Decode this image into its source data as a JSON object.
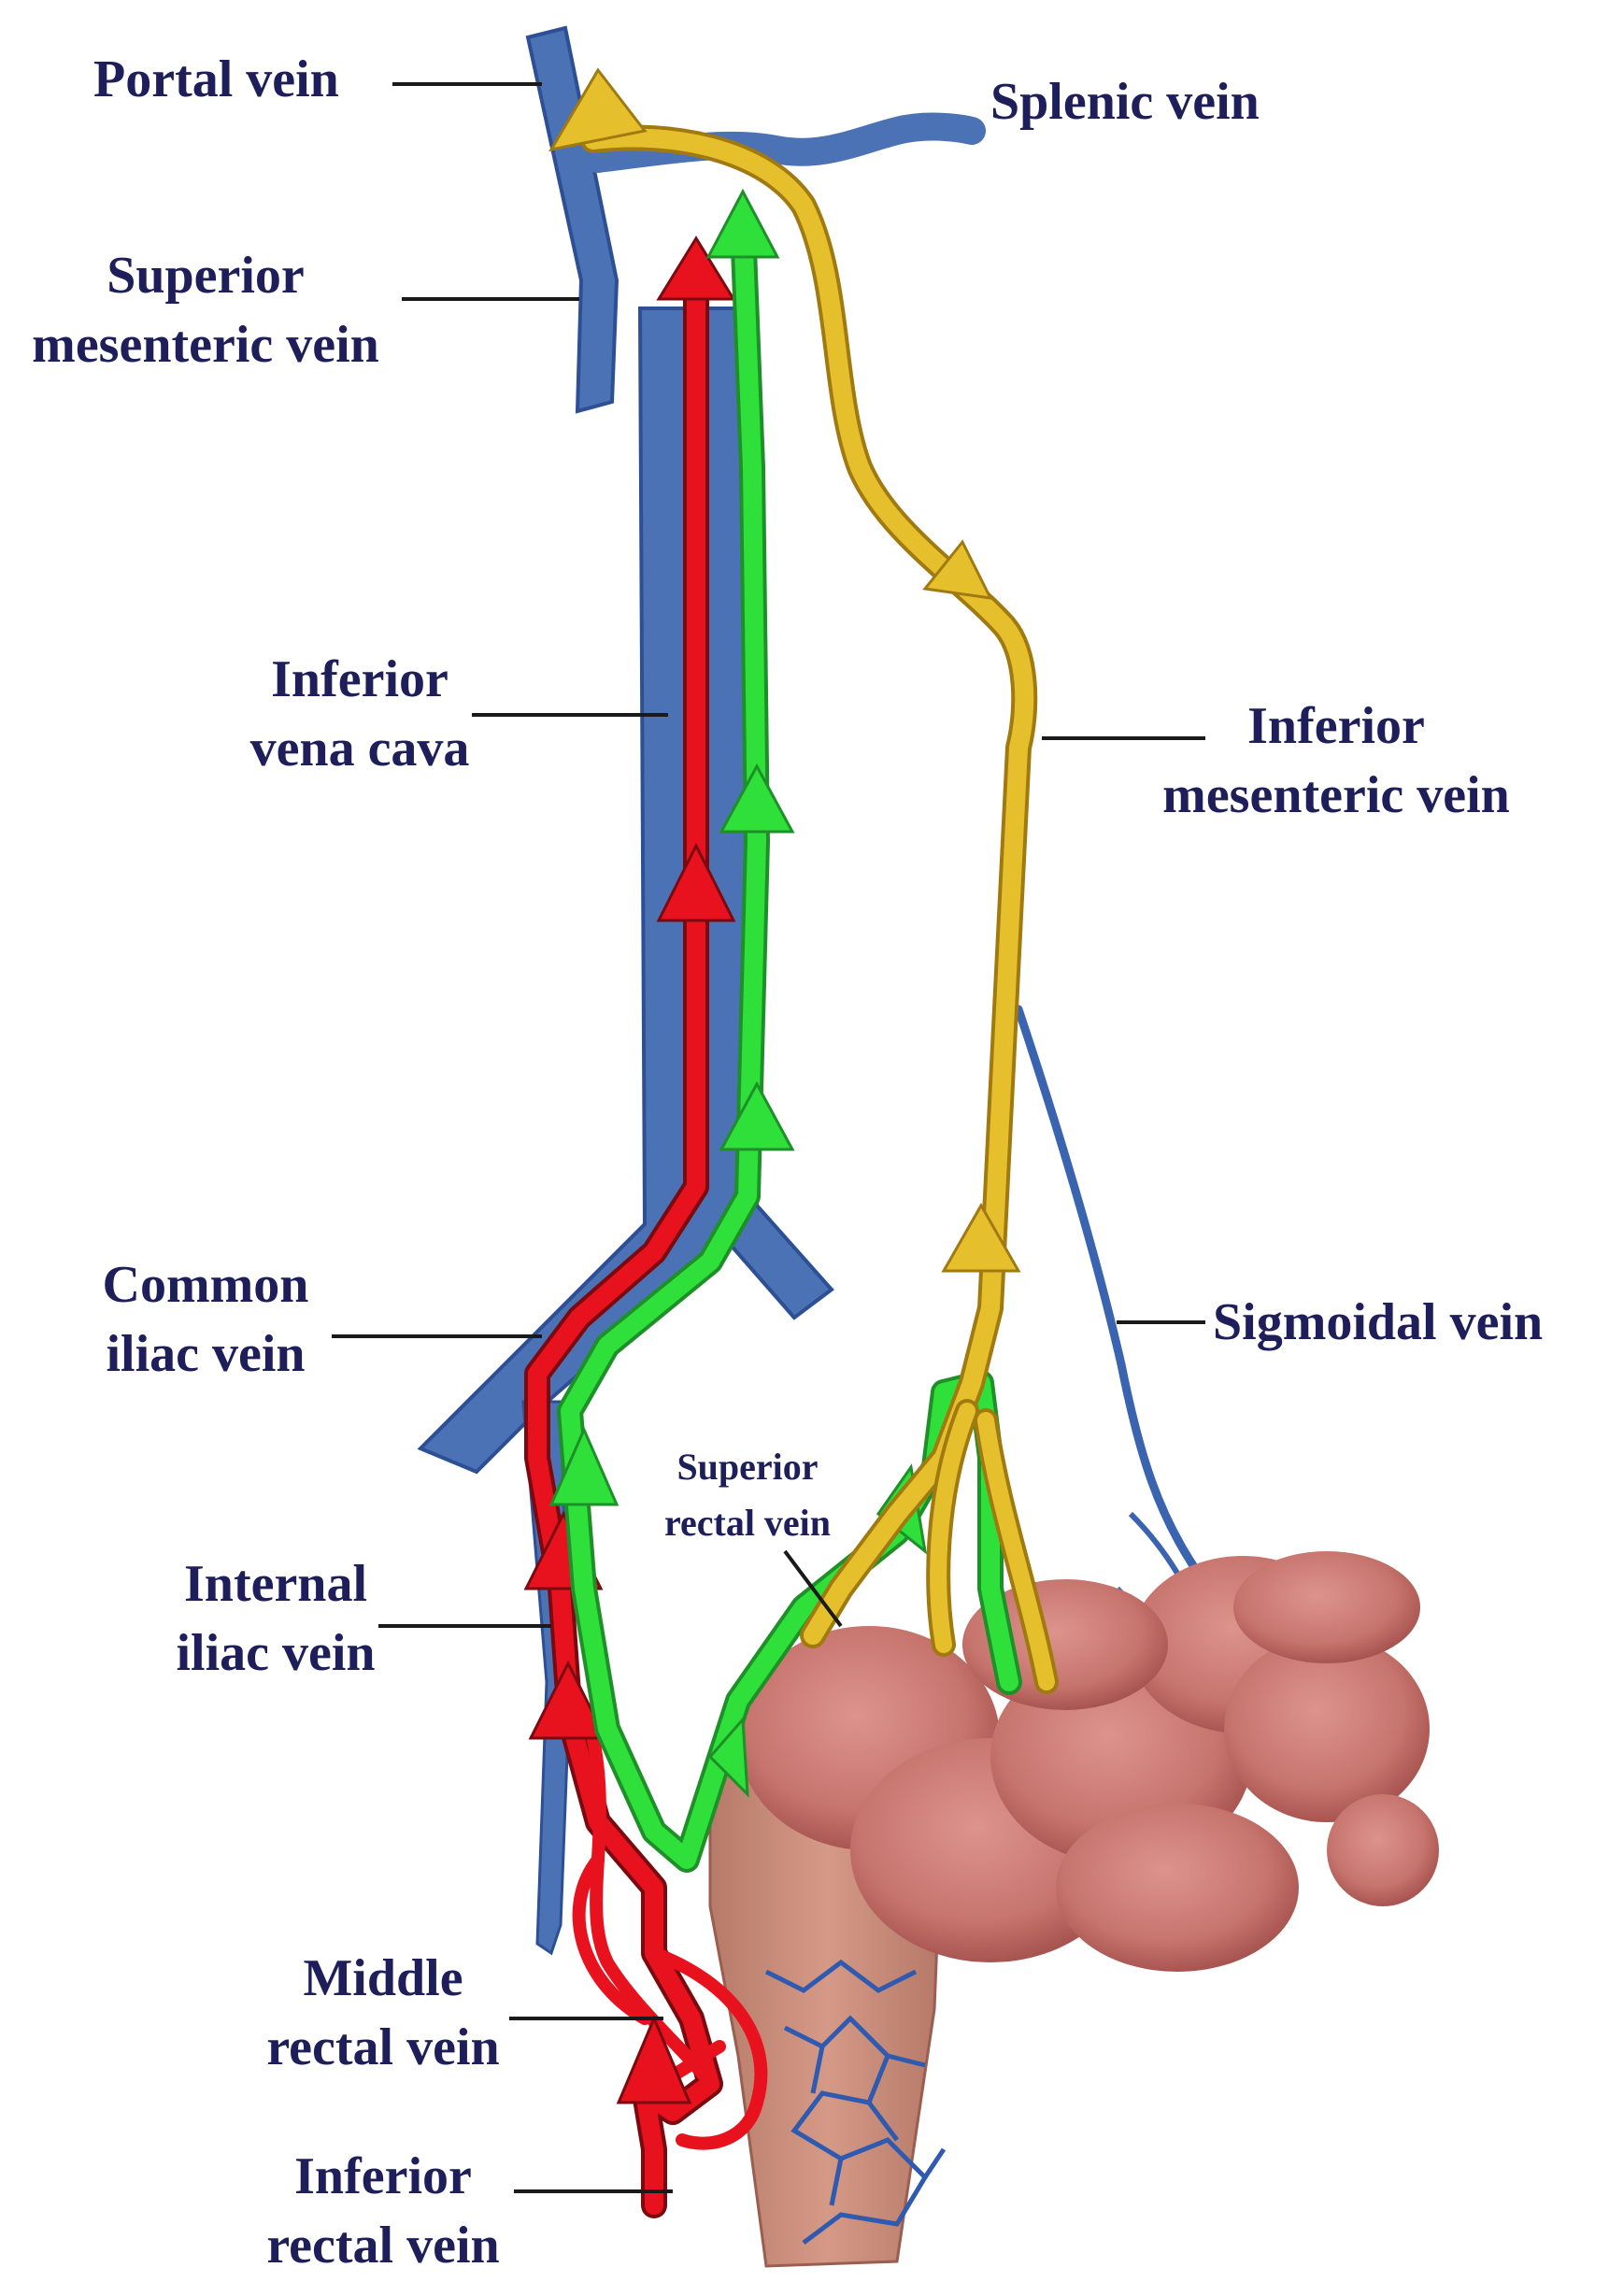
{
  "labels": {
    "portal_vein": [
      "Portal vein"
    ],
    "splenic_vein": [
      "Splenic vein"
    ],
    "superior_mesenteric_vein": [
      "Superior",
      "mesenteric vein"
    ],
    "inferior_vena_cava": [
      "Inferior",
      "vena cava"
    ],
    "inferior_mesenteric_vein": [
      "Inferior",
      "mesenteric vein"
    ],
    "common_iliac_vein": [
      "Common",
      "iliac vein"
    ],
    "sigmoidal_vein": [
      "Sigmoidal vein"
    ],
    "superior_rectal_vein": [
      "Superior",
      "rectal vein"
    ],
    "internal_iliac_vein": [
      "Internal",
      "iliac vein"
    ],
    "middle_rectal_vein": [
      "Middle",
      "rectal vein"
    ],
    "inferior_rectal_vein": [
      "Inferior",
      "rectal vein"
    ]
  },
  "colors": {
    "label_text": "#1e1e5a",
    "vein_blue": "#4a72b4",
    "vein_blue_dark": "#2d4f94",
    "red_pathway": "#e8121e",
    "green_pathway": "#2fe03a",
    "yellow_pathway": "#e6c02c",
    "colon": "#c7746e",
    "colon_shadow": "#a85450",
    "rectum": "#c98a78"
  }
}
